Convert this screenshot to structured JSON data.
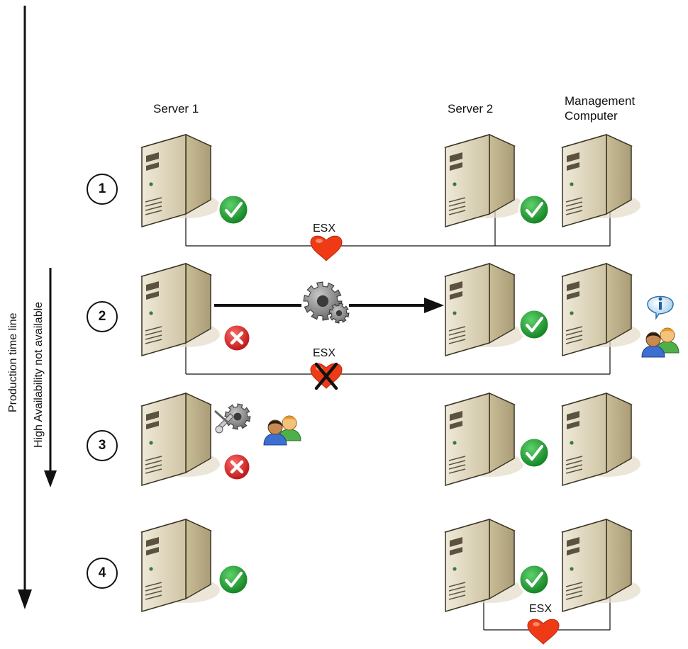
{
  "labels": {
    "server1": "Server 1",
    "server2": "Server 2",
    "management_line1": "Management",
    "management_line2": "Computer",
    "production_timeline": "Production time line",
    "ha_not_available": "High Availability not available"
  },
  "steps": [
    {
      "number": "1",
      "heartbeat_label": "ESX"
    },
    {
      "number": "2",
      "heartbeat_label": "ESX"
    },
    {
      "number": "3"
    },
    {
      "number": "4",
      "heartbeat_label": "ESX"
    }
  ],
  "icons": {
    "server": "server-tower-icon",
    "ok": "green-check-icon",
    "error": "red-x-icon",
    "heartbeat": "heart-icon",
    "migration": "gears-icon",
    "maintenance": "tools-gear-icon",
    "users": "users-icon",
    "info": "info-bubble-icon"
  },
  "colors": {
    "ok_green": "#1e9b2e",
    "error_red": "#d42020",
    "heart_red": "#ee3b16",
    "server_face": "#d7cdb0",
    "line": "#111111"
  }
}
